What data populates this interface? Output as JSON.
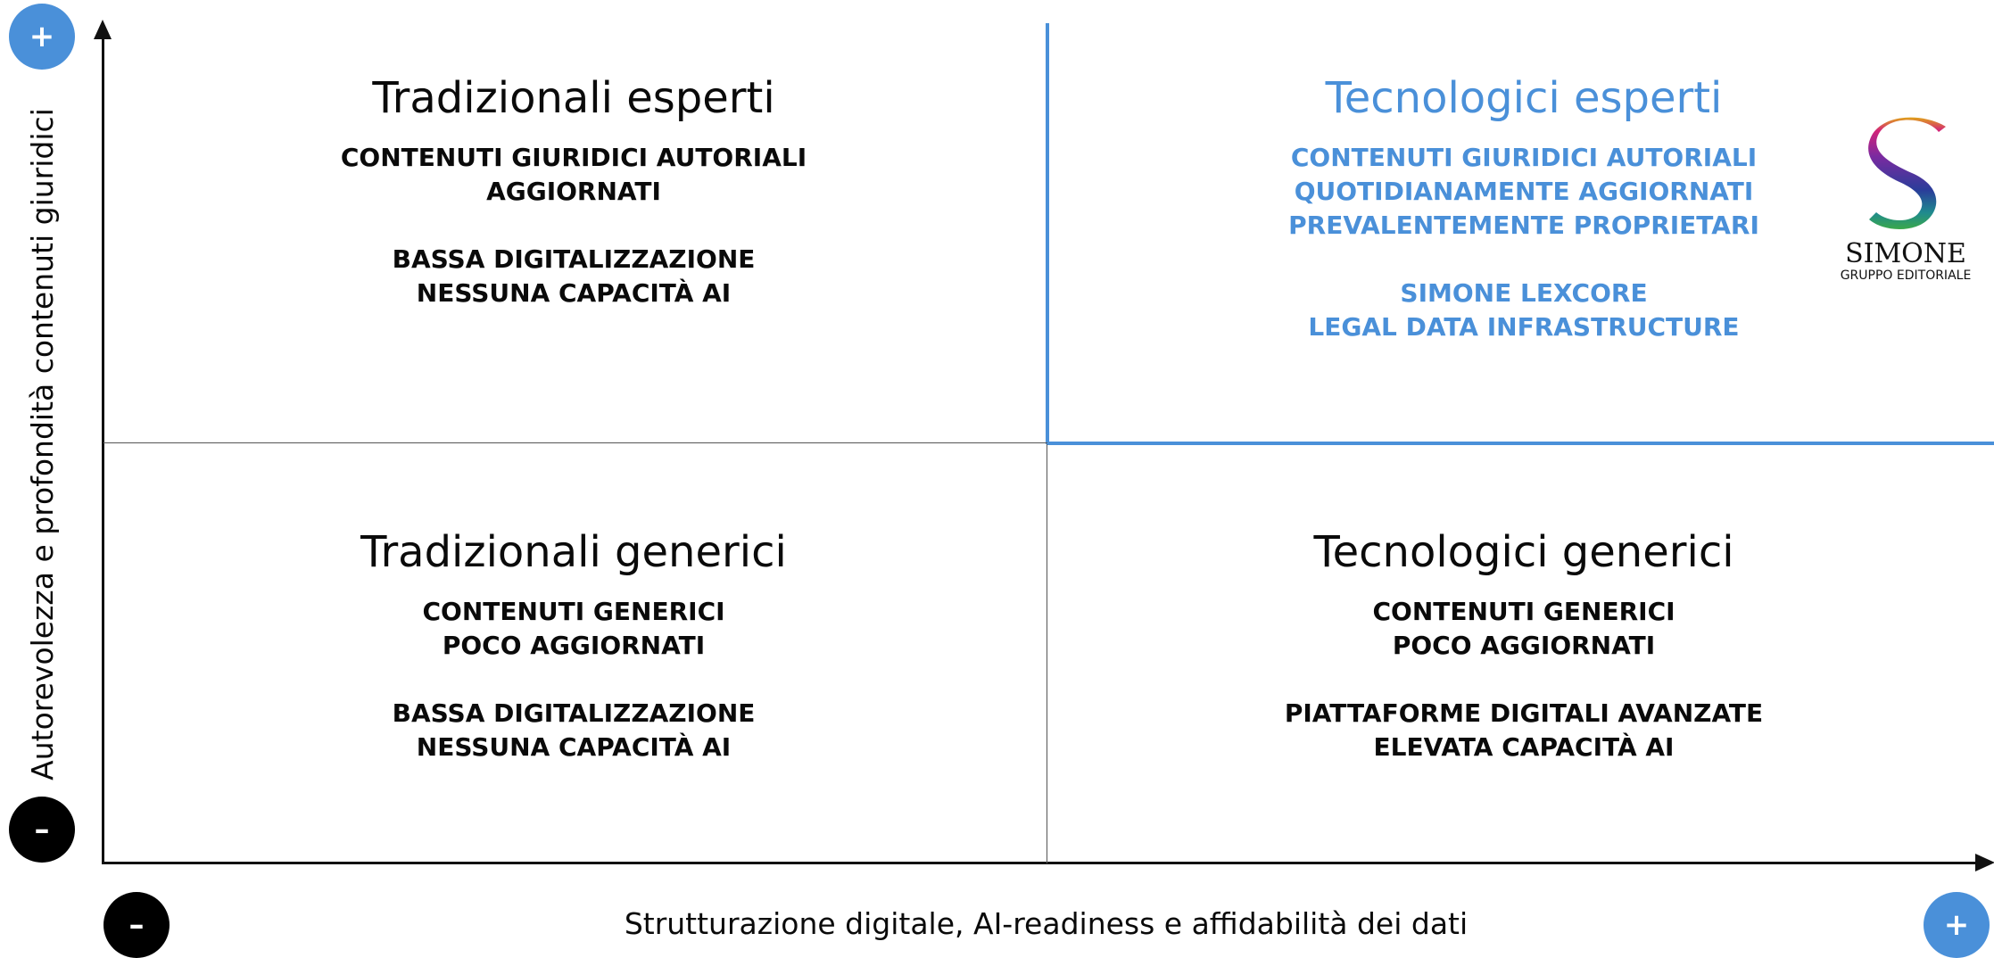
{
  "axes": {
    "y_label": "Autorevolezza e profondità contenuti giuridici",
    "x_label": "Strutturazione digitale, AI-readiness e affidabilità dei dati",
    "y_plus": "+",
    "y_minus": "–",
    "x_minus": "–",
    "x_plus": "+"
  },
  "quadrants": {
    "top_left": {
      "title": "Tradizionali esperti",
      "line1": "CONTENUTI  GIURIDICI AUTORIALI",
      "line2": "AGGIORNATI",
      "line3": "BASSA DIGITALIZZAZIONE",
      "line4": "NESSUNA CAPACITÀ AI"
    },
    "top_right": {
      "title": "Tecnologici esperti",
      "line1": "CONTENUTI GIURIDICI AUTORIALI",
      "line2": "QUOTIDIANAMENTE AGGIORNATI",
      "line3": "PREVALENTEMENTE PROPRIETARI",
      "line4": "SIMONE LEXCORE",
      "line5": "LEGAL DATA INFRASTRUCTURE"
    },
    "bottom_left": {
      "title": "Tradizionali generici",
      "line1": "CONTENUTI GENERICI",
      "line2": "POCO AGGIORNATI",
      "line3": "BASSA DIGITALIZZAZIONE",
      "line4": "NESSUNA CAPACITÀ AI"
    },
    "bottom_right": {
      "title": "Tecnologici generici",
      "line1": "CONTENUTI GENERICI",
      "line2": "POCO AGGIORNATI",
      "line3": "PIATTAFORME DIGITALI AVANZATE",
      "line4": "ELEVATA CAPACITÀ AI"
    }
  },
  "logo": {
    "name": "SIMONE",
    "subtitle": "GRUPPO EDITORIALE"
  },
  "colors": {
    "accent": "#4a90d9",
    "text": "#0a0a0a",
    "axis": "#111111"
  }
}
